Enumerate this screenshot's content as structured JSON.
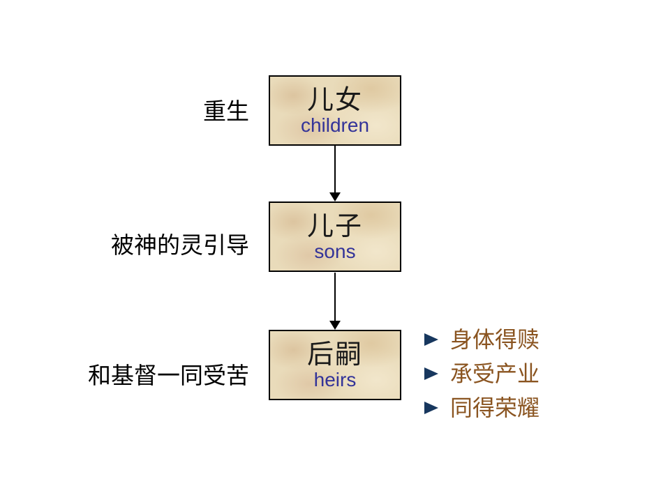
{
  "slide": {
    "boxes": [
      {
        "title_zh": "儿女",
        "title_en": "children",
        "side_label": "重生"
      },
      {
        "title_zh": "儿子",
        "title_en": "sons",
        "side_label": "被神的灵引导"
      },
      {
        "title_zh": "后嗣",
        "title_en": "heirs",
        "side_label": "和基督一同受苦"
      }
    ],
    "bullets": [
      {
        "text": "身体得赎"
      },
      {
        "text": "承受产业"
      },
      {
        "text": "同得荣耀"
      }
    ],
    "colors": {
      "background": "#ffffff",
      "box_fill": "#e9dbba",
      "box_border": "#000000",
      "box_title_zh": "#1a1a1a",
      "box_title_en": "#333399",
      "side_label": "#000000",
      "arrow": "#000000",
      "bullet_marker": "#17375e",
      "bullet_text": "#8a5420"
    }
  }
}
